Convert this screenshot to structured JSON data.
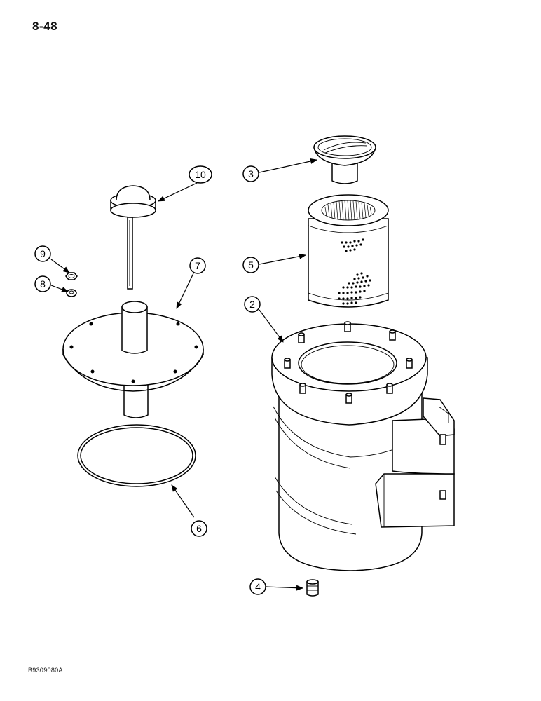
{
  "page": {
    "number": "8-48",
    "figure_id": "B9309080A"
  },
  "callouts": [
    {
      "id": "2",
      "label": "2"
    },
    {
      "id": "3",
      "label": "3"
    },
    {
      "id": "4",
      "label": "4"
    },
    {
      "id": "5",
      "label": "5"
    },
    {
      "id": "6",
      "label": "6"
    },
    {
      "id": "7",
      "label": "7"
    },
    {
      "id": "8",
      "label": "8"
    },
    {
      "id": "9",
      "label": "9"
    },
    {
      "id": "10",
      "label": "10"
    }
  ]
}
